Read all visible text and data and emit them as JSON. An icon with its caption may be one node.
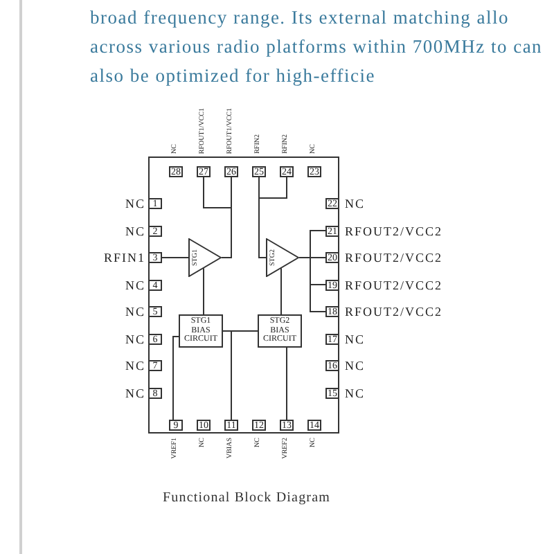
{
  "diagram": {
    "caption": "Functional Block Diagram",
    "nodes": [
      {
        "text": [],
        "shape": "box"
      },
      {
        "text": [
          "28"
        ],
        "beside": [
          "NC"
        ],
        "in": 0
      },
      {
        "text": [
          "27"
        ],
        "beside": [
          "RFOUT1/VCC1"
        ],
        "in": 0
      },
      {
        "text": [
          "26"
        ],
        "beside": [
          "RFOUT1/VCC1"
        ],
        "in": 0
      },
      {
        "text": [
          "25"
        ],
        "beside": [
          "RFIN2"
        ],
        "in": 0
      },
      {
        "text": [
          "24"
        ],
        "beside": [
          "RFIN2"
        ],
        "in": 0
      },
      {
        "text": [
          "23"
        ],
        "beside": [
          "NC"
        ],
        "in": 0
      },
      {
        "text": [
          "1"
        ],
        "beside": [
          "NC"
        ],
        "in": 0
      },
      {
        "text": [
          "2"
        ],
        "beside": [
          "NC"
        ],
        "in": 0
      },
      {
        "text": [
          "3"
        ],
        "beside": [
          "RFIN1"
        ],
        "in": 0
      },
      {
        "text": [
          "4"
        ],
        "beside": [
          "NC"
        ],
        "in": 0
      },
      {
        "text": [
          "5"
        ],
        "beside": [
          "NC"
        ],
        "in": 0
      },
      {
        "text": [
          "6"
        ],
        "beside": [
          "NC"
        ],
        "in": 0
      },
      {
        "text": [
          "7"
        ],
        "beside": [
          "NC"
        ],
        "in": 0
      },
      {
        "text": [
          "8"
        ],
        "beside": [
          "NC"
        ],
        "in": 0
      },
      {
        "text": [
          "STG1"
        ],
        "in": 0
      },
      {
        "text": [
          "STG2"
        ],
        "in": 0
      },
      {
        "text": [
          "STG1 BIAS CIRCUIT"
        ],
        "in": 0
      },
      {
        "text": [
          "STG2 BIAS CIRCUIT"
        ],
        "in": 0
      },
      {
        "text": [
          "22"
        ],
        "beside": [
          "NC"
        ],
        "in": 0
      },
      {
        "text": [
          "21"
        ],
        "beside": [
          "RFOUT2/VCC2"
        ],
        "in": 0
      },
      {
        "text": [
          "20"
        ],
        "beside": [
          "RFOUT2/VCC2"
        ],
        "in": 0
      },
      {
        "text": [
          "19"
        ],
        "beside": [
          "RFOUT2/VCC2"
        ],
        "in": 0
      },
      {
        "text": [
          "18"
        ],
        "beside": [
          "RFOUT2/VCC2"
        ],
        "in": 0
      },
      {
        "text": [
          "17"
        ],
        "beside": [
          "NC"
        ],
        "in": 0
      },
      {
        "text": [
          "16"
        ],
        "beside": [
          "NC"
        ],
        "in": 0
      },
      {
        "text": [
          "15"
        ],
        "beside": [
          "NC"
        ],
        "in": 0
      },
      {
        "text": [
          "9"
        ],
        "beside": [
          "VREF1"
        ],
        "in": 0
      },
      {
        "text": [
          "10"
        ],
        "beside": [
          "NC"
        ],
        "in": 0
      },
      {
        "text": [
          "11"
        ],
        "beside": [
          "VBIAS"
        ],
        "in": 0
      },
      {
        "text": [
          "12"
        ],
        "beside": [
          "NC"
        ],
        "in": 0
      },
      {
        "text": [
          "13"
        ],
        "beside": [
          "VREF2"
        ],
        "in": 0
      },
      {
        "text": [
          "14"
        ],
        "beside": [
          "NC"
        ],
        "in": 0
      }
    ],
    "edges": [
      {
        "from": 9,
        "to": 15,
        "arrow": "none"
      },
      {
        "from": 15,
        "to": 2,
        "arrow": "none"
      },
      {
        "from": 15,
        "to": 3,
        "arrow": "none"
      },
      {
        "from": 4,
        "to": 16,
        "arrow": "none"
      },
      {
        "from": 5,
        "to": 16,
        "arrow": "none"
      },
      {
        "from": 16,
        "to": 20,
        "arrow": "none"
      },
      {
        "from": 16,
        "to": 21,
        "arrow": "none"
      },
      {
        "from": 16,
        "to": 22,
        "arrow": "none"
      },
      {
        "from": 16,
        "to": 23,
        "arrow": "none"
      },
      {
        "from": 15,
        "to": 17,
        "arrow": "none"
      },
      {
        "from": 16,
        "to": 18,
        "arrow": "none"
      },
      {
        "from": 29,
        "to": 17,
        "arrow": "none"
      },
      {
        "from": 29,
        "to": 18,
        "arrow": "none"
      },
      {
        "from": 27,
        "to": 17,
        "arrow": "none"
      },
      {
        "from": 31,
        "to": 18,
        "arrow": "none"
      }
    ],
    "labels": [
      "broad frequency range. Its external matching allo across various radio platforms within 700MHz to can also be optimized for high-efficie"
    ]
  }
}
